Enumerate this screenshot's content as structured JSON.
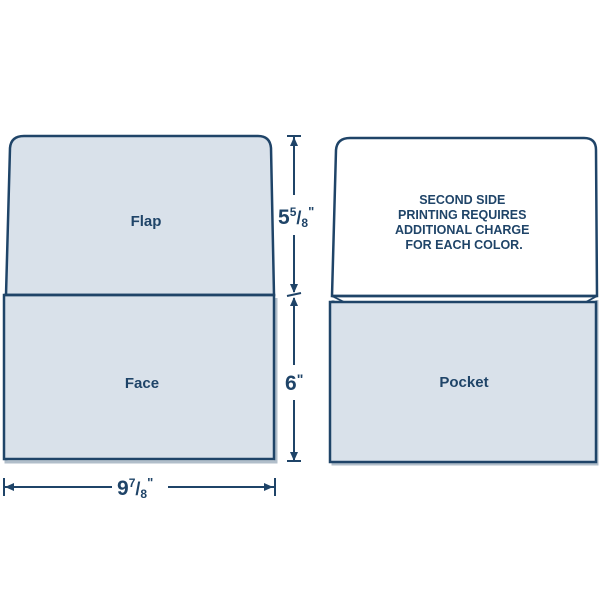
{
  "colors": {
    "stroke": "#1f4468",
    "panel_fill": "#d9e1ea",
    "flap_back_fill": "#ffffff",
    "background": "#ffffff"
  },
  "front_view": {
    "flap_label": "Flap",
    "face_label": "Face"
  },
  "back_view": {
    "note_lines": [
      "SECOND SIDE",
      "PRINTING REQUIRES",
      "ADDITIONAL CHARGE",
      "FOR EACH COLOR."
    ],
    "pocket_label": "Pocket"
  },
  "dimensions": {
    "flap_height": {
      "whole": "5",
      "num": "5",
      "den": "8",
      "unit": "\""
    },
    "face_height": {
      "whole": "6",
      "unit": "\""
    },
    "width": {
      "whole": "9",
      "num": "7",
      "den": "8",
      "unit": "\""
    }
  }
}
